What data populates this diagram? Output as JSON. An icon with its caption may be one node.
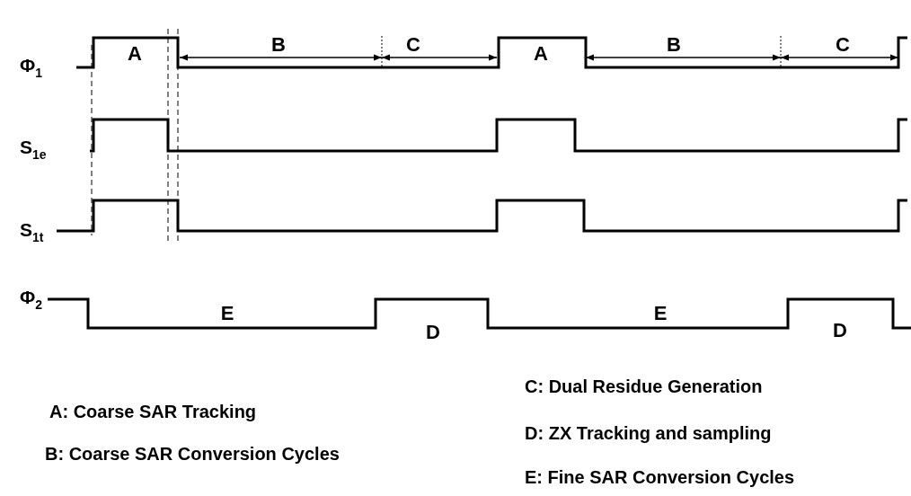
{
  "diagram": {
    "labels": [
      "Φ$_{1}$",
      "A",
      "B",
      "C",
      "A",
      "B",
      "C",
      "S$_{1e}$",
      "S$_{1t}$",
      "Φ$_{2}$",
      "E",
      "D",
      "E",
      "D",
      "C: Dual Residue Generation",
      "A: Coarse SAR Tracking",
      "D: ZX Tracking and sampling",
      "B: Coarse SAR Conversion Cycles",
      "E: Fine SAR Conversion Cycles"
    ]
  }
}
